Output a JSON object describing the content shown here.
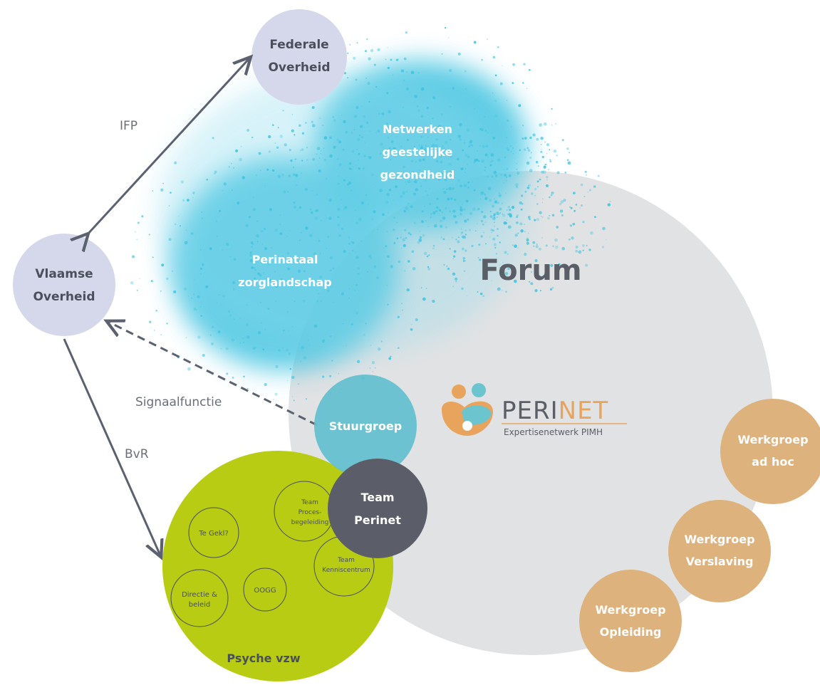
{
  "nodes": {
    "federale": {
      "line1": "Federale",
      "line2": "Overheid"
    },
    "vlaamse": {
      "line1": "Vlaamse",
      "line2": "Overheid"
    },
    "netwerken": {
      "line1": "Netwerken",
      "line2": "geestelijke",
      "line3": "gezondheid"
    },
    "perinataal": {
      "line1": "Perinataal",
      "line2": "zorglandschap"
    },
    "forum": {
      "label": "Forum"
    },
    "stuurgroep": {
      "label": "Stuurgroep"
    },
    "team_perinet": {
      "line1": "Team",
      "line2": "Perinet"
    },
    "psyche": {
      "label": "Psyche vzw"
    },
    "te_gekl": {
      "label": "Te Gekl?"
    },
    "team_proces": {
      "line1": "Team",
      "line2": "Proces-",
      "line3": "begeleiding"
    },
    "team_kennis": {
      "line1": "Team",
      "line2": "Kenniscentrum"
    },
    "directie": {
      "line1": "Directie &",
      "line2": "beleid"
    },
    "oogg": {
      "label": "OOGG"
    },
    "werkgroep_adhoc": {
      "line1": "Werkgroep",
      "line2": "ad hoc"
    },
    "werkgroep_verslaving": {
      "line1": "Werkgroep",
      "line2": "Verslaving"
    },
    "werkgroep_opleiding": {
      "line1": "Werkgroep",
      "line2": "Opleiding"
    }
  },
  "edges": {
    "ifp": "IFP",
    "signaalfunctie": "Signaalfunctie",
    "bvr": "BvR"
  },
  "logo": {
    "name_part1": "PERI",
    "name_part2": "NET",
    "tagline": "Expertisenetwerk PIMH"
  },
  "colors": {
    "gov": "#d5d8eb",
    "gov_text": "#4a4f5c",
    "cloud": "#3fc3e0",
    "forum": "#e1e2e3",
    "forum_text": "#5a5e66",
    "stuurgroep": "#63bfcf",
    "team_perinet": "#5b5e69",
    "psyche": "#b7cc12",
    "werkgroep": "#deb27c",
    "arrow": "#5b6170",
    "logo_orange": "#e8a45c",
    "logo_teal": "#6cc4cf"
  }
}
